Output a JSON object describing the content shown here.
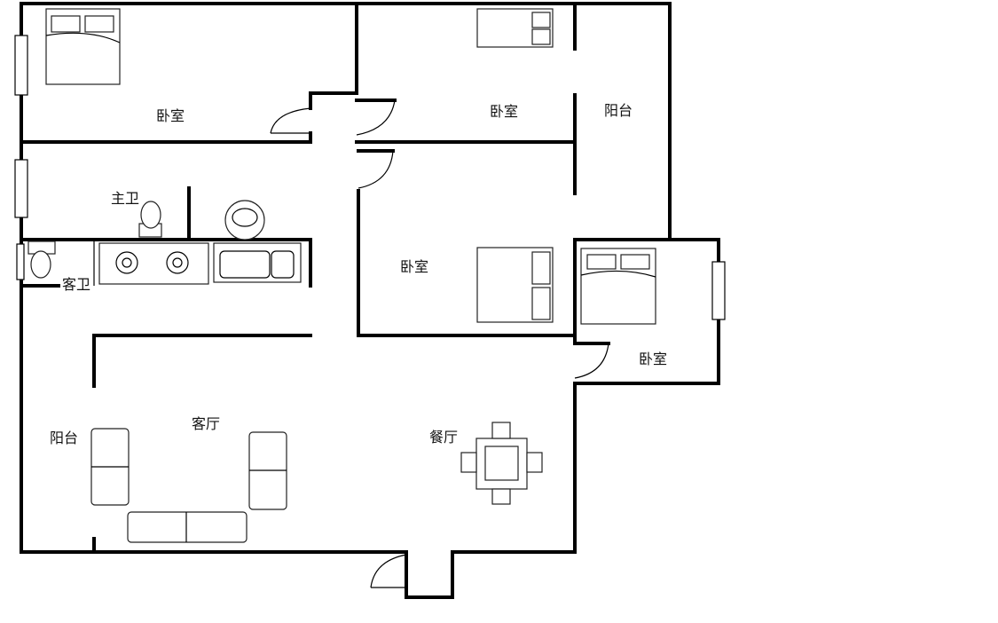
{
  "rooms": {
    "bedroom_nw": "卧室",
    "bedroom_n": "卧室",
    "balcony_ne": "阳台",
    "master_bath": "主卫",
    "guest_bath": "客卫",
    "bedroom_center": "卧室",
    "bedroom_e": "卧室",
    "living_room": "客厅",
    "balcony_w": "阳台",
    "dining_room": "餐厅"
  },
  "colors": {
    "wall": "#000000",
    "background": "#ffffff"
  }
}
